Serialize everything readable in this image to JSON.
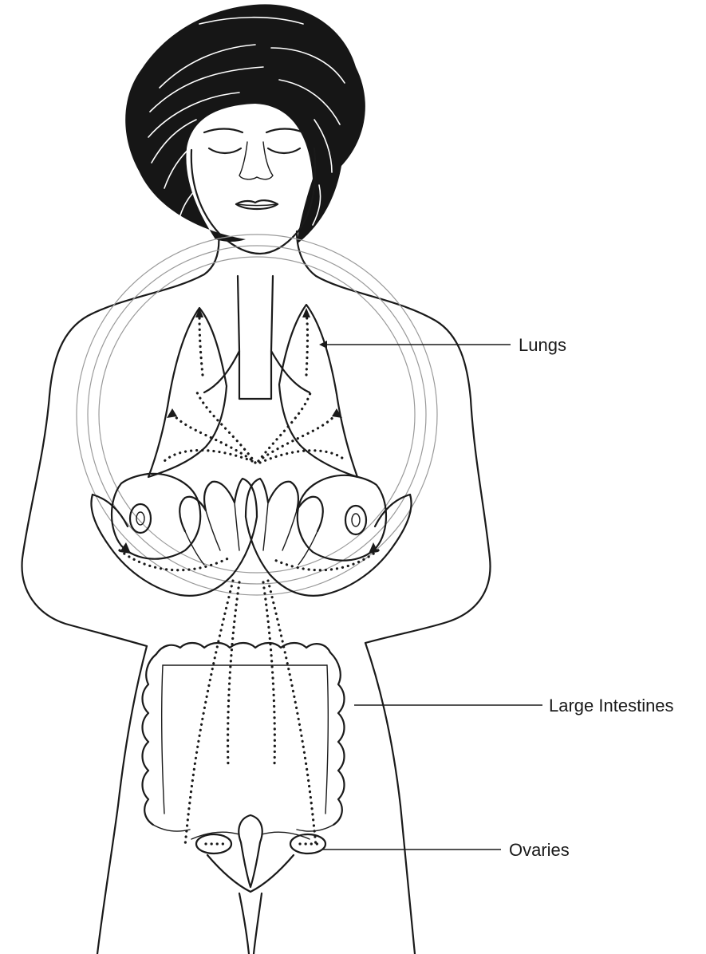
{
  "labels": {
    "lungs": "Lungs",
    "large_intestines": "Large Intestines",
    "ovaries": "Ovaries"
  },
  "colors": {
    "ink": "#1a1a1a",
    "halo": "#9a9a9a",
    "background": "#ffffff"
  }
}
